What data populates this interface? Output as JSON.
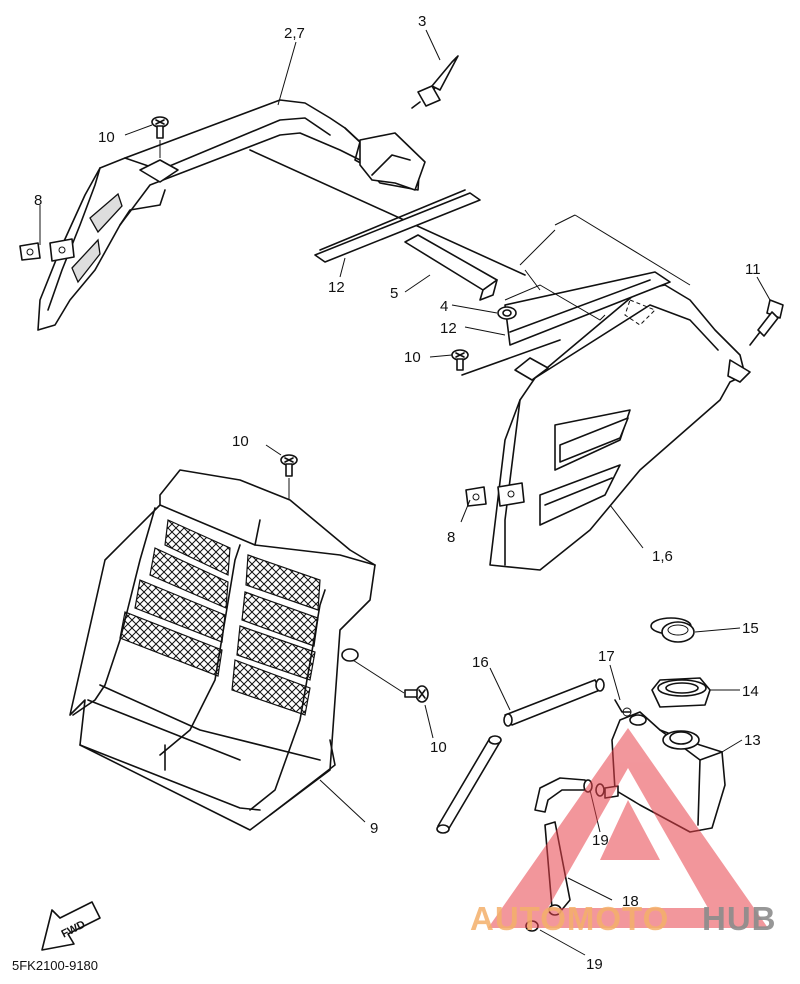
{
  "diagram": {
    "code": "5FK2100-9180",
    "fwd_label": "FWD",
    "labels": {
      "l27": "2,7",
      "l3": "3",
      "l10a": "10",
      "l8a": "8",
      "l12a": "12",
      "l5": "5",
      "l4": "4",
      "l12b": "12",
      "l10b": "10",
      "l11": "11",
      "l10c": "10",
      "l8b": "8",
      "l16": "1,6",
      "l15": "15",
      "l16h": "16",
      "l17": "17",
      "l14": "14",
      "l13": "13",
      "l10d": "10",
      "l9": "9",
      "l19a": "19",
      "l18": "18",
      "l19b": "19"
    }
  },
  "watermark": {
    "text_a": "AUTOMOTO",
    "text_b": "HUB",
    "color_triangle": "#e8424a",
    "color_text_a": "#f4b06a",
    "color_text_b": "#8c8c8c"
  }
}
